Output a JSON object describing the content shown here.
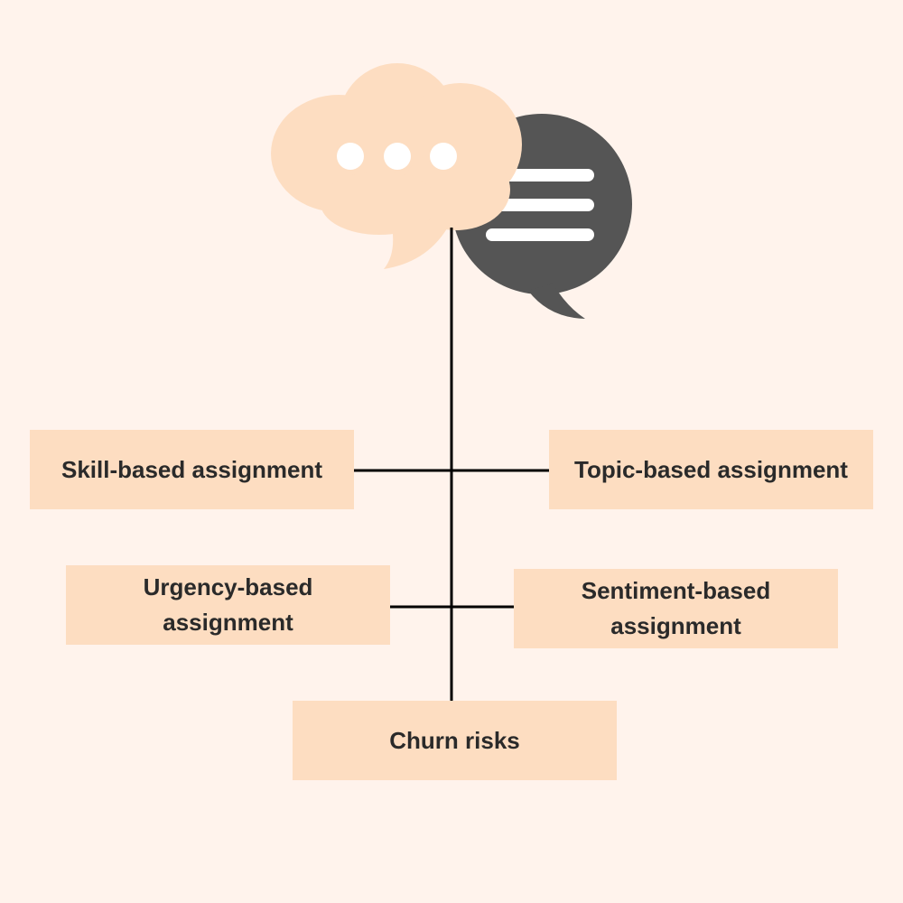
{
  "diagram": {
    "icon": "chat-bubbles-icon",
    "colors": {
      "background": "#fff3ec",
      "box_fill": "#fdddc1",
      "peach_bubble": "#fdddc1",
      "dark_bubble": "#555555",
      "line": "#000000",
      "text": "#2a2a2a"
    },
    "nodes": {
      "skill": "Skill-based assignment",
      "topic": "Topic-based assignment",
      "urgency": "Urgency-based assignment",
      "sentiment": "Sentiment-based assignment",
      "churn": "Churn risks"
    }
  }
}
